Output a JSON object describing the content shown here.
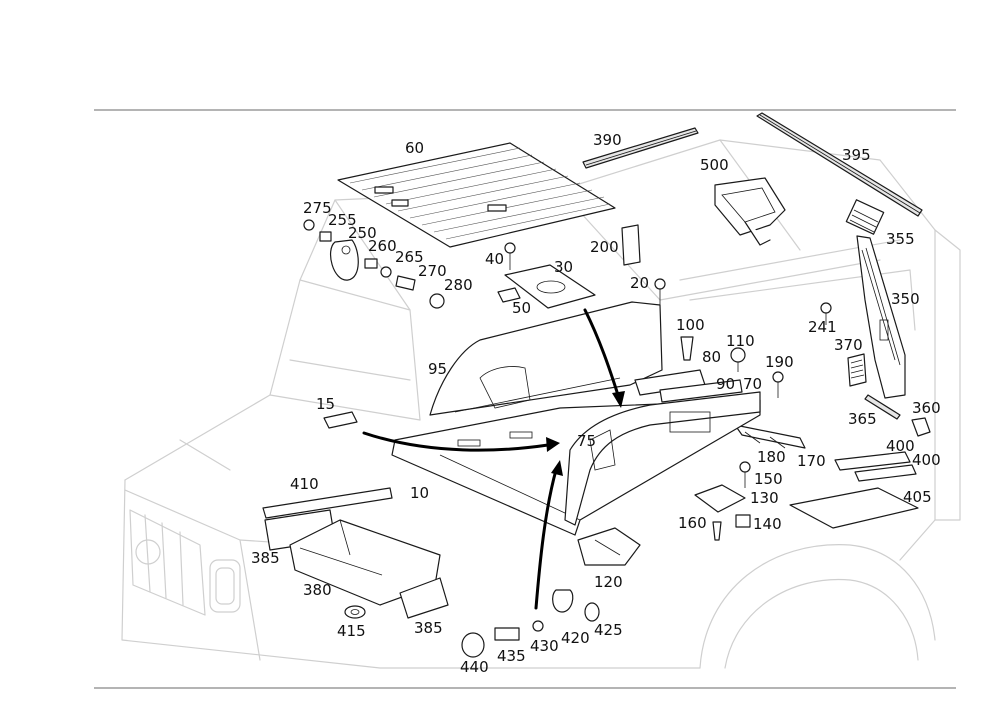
{
  "callouts": [
    {
      "id": "p60",
      "label": "60"
    },
    {
      "id": "p390",
      "label": "390"
    },
    {
      "id": "p500",
      "label": "500"
    },
    {
      "id": "p395",
      "label": "395"
    },
    {
      "id": "p355",
      "label": "355"
    },
    {
      "id": "p275",
      "label": "275"
    },
    {
      "id": "p255",
      "label": "255"
    },
    {
      "id": "p250",
      "label": "250"
    },
    {
      "id": "p260",
      "label": "260"
    },
    {
      "id": "p265",
      "label": "265"
    },
    {
      "id": "p270",
      "label": "270"
    },
    {
      "id": "p280",
      "label": "280"
    },
    {
      "id": "p200",
      "label": "200"
    },
    {
      "id": "p40",
      "label": "40"
    },
    {
      "id": "p30",
      "label": "30"
    },
    {
      "id": "p20",
      "label": "20"
    },
    {
      "id": "p50",
      "label": "50"
    },
    {
      "id": "p350",
      "label": "350"
    },
    {
      "id": "p241",
      "label": "241"
    },
    {
      "id": "p100",
      "label": "100"
    },
    {
      "id": "p110",
      "label": "110"
    },
    {
      "id": "p370",
      "label": "370"
    },
    {
      "id": "p190",
      "label": "190"
    },
    {
      "id": "p80",
      "label": "80"
    },
    {
      "id": "p95",
      "label": "95"
    },
    {
      "id": "p90",
      "label": "90"
    },
    {
      "id": "p70",
      "label": "70"
    },
    {
      "id": "p360",
      "label": "360"
    },
    {
      "id": "p15",
      "label": "15"
    },
    {
      "id": "p365",
      "label": "365"
    },
    {
      "id": "p75",
      "label": "75"
    },
    {
      "id": "p400a",
      "label": "400"
    },
    {
      "id": "p180",
      "label": "180"
    },
    {
      "id": "p400b",
      "label": "400"
    },
    {
      "id": "p170",
      "label": "170"
    },
    {
      "id": "p150",
      "label": "150"
    },
    {
      "id": "p410",
      "label": "410"
    },
    {
      "id": "p10",
      "label": "10"
    },
    {
      "id": "p405",
      "label": "405"
    },
    {
      "id": "p130",
      "label": "130"
    },
    {
      "id": "p160",
      "label": "160"
    },
    {
      "id": "p140",
      "label": "140"
    },
    {
      "id": "p385a",
      "label": "385"
    },
    {
      "id": "p120",
      "label": "120"
    },
    {
      "id": "p380",
      "label": "380"
    },
    {
      "id": "p385b",
      "label": "385"
    },
    {
      "id": "p415",
      "label": "415"
    },
    {
      "id": "p425",
      "label": "425"
    },
    {
      "id": "p430",
      "label": "430"
    },
    {
      "id": "p420",
      "label": "420"
    },
    {
      "id": "p435",
      "label": "435"
    },
    {
      "id": "p440",
      "label": "440"
    }
  ]
}
